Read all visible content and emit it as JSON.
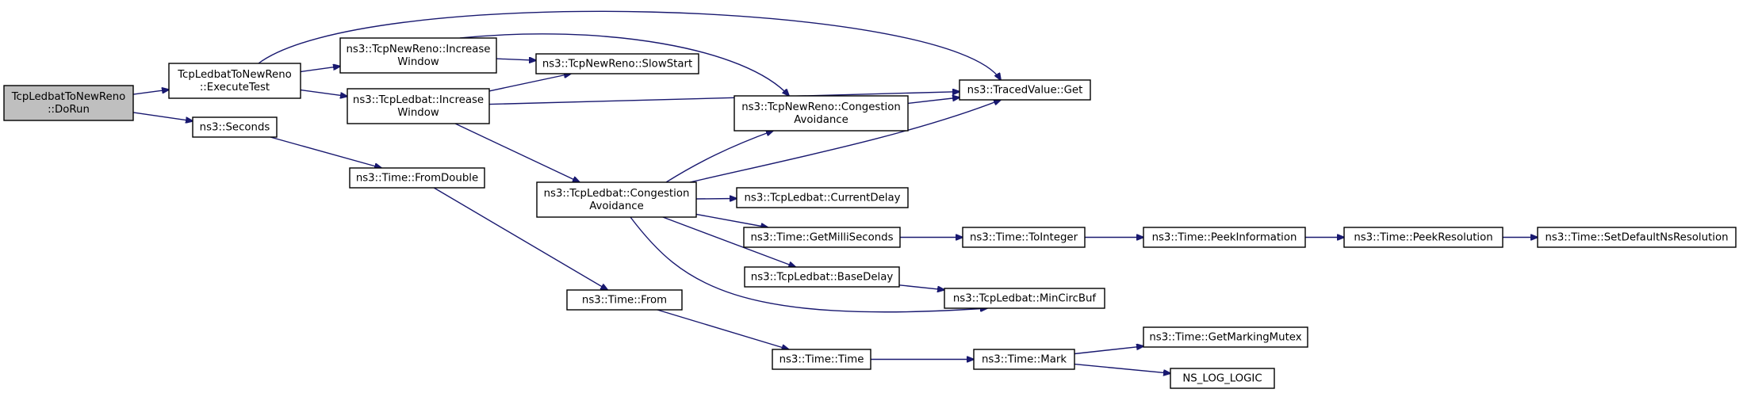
{
  "nodes": [
    {
      "id": "dorun",
      "lines": [
        "TcpLedbatToNewReno",
        "::DoRun"
      ],
      "root": true
    },
    {
      "id": "executetest",
      "lines": [
        "TcpLedbatToNewReno",
        "::ExecuteTest"
      ]
    },
    {
      "id": "seconds",
      "lines": [
        "ns3::Seconds"
      ]
    },
    {
      "id": "newreno_increase",
      "lines": [
        "ns3::TcpNewReno::Increase",
        "Window"
      ]
    },
    {
      "id": "ledbat_increase",
      "lines": [
        "ns3::TcpLedbat::Increase",
        "Window"
      ]
    },
    {
      "id": "fromdouble",
      "lines": [
        "ns3::Time::FromDouble"
      ]
    },
    {
      "id": "slowstart",
      "lines": [
        "ns3::TcpNewReno::SlowStart"
      ]
    },
    {
      "id": "ledbat_congestion",
      "lines": [
        "ns3::TcpLedbat::Congestion",
        "Avoidance"
      ]
    },
    {
      "id": "from",
      "lines": [
        "ns3::Time::From"
      ]
    },
    {
      "id": "newreno_congestion",
      "lines": [
        "ns3::TcpNewReno::Congestion",
        "Avoidance"
      ]
    },
    {
      "id": "currentdelay",
      "lines": [
        "ns3::TcpLedbat::CurrentDelay"
      ]
    },
    {
      "id": "getmilliseconds",
      "lines": [
        "ns3::Time::GetMilliSeconds"
      ]
    },
    {
      "id": "basedelay",
      "lines": [
        "ns3::TcpLedbat::BaseDelay"
      ]
    },
    {
      "id": "time",
      "lines": [
        "ns3::Time::Time"
      ]
    },
    {
      "id": "tracedvalue_get",
      "lines": [
        "ns3::TracedValue::Get"
      ]
    },
    {
      "id": "tointeger",
      "lines": [
        "ns3::Time::ToInteger"
      ]
    },
    {
      "id": "mincircbuf",
      "lines": [
        "ns3::TcpLedbat::MinCircBuf"
      ]
    },
    {
      "id": "mark",
      "lines": [
        "ns3::Time::Mark"
      ]
    },
    {
      "id": "peekinformation",
      "lines": [
        "ns3::Time::PeekInformation"
      ]
    },
    {
      "id": "getmarkingmutex",
      "lines": [
        "ns3::Time::GetMarkingMutex"
      ]
    },
    {
      "id": "ns_log_logic",
      "lines": [
        "NS_LOG_LOGIC"
      ]
    },
    {
      "id": "peekresolution",
      "lines": [
        "ns3::Time::PeekResolution"
      ]
    },
    {
      "id": "setdefaultnsresolution",
      "lines": [
        "ns3::Time::SetDefaultNsResolution"
      ]
    }
  ],
  "edges": [
    {
      "from": "dorun",
      "to": "executetest"
    },
    {
      "from": "dorun",
      "to": "seconds"
    },
    {
      "from": "executetest",
      "to": "newreno_increase"
    },
    {
      "from": "executetest",
      "to": "ledbat_increase"
    },
    {
      "from": "executetest",
      "to": "tracedvalue_get"
    },
    {
      "from": "newreno_increase",
      "to": "slowstart"
    },
    {
      "from": "newreno_increase",
      "to": "newreno_congestion"
    },
    {
      "from": "ledbat_increase",
      "to": "slowstart"
    },
    {
      "from": "ledbat_increase",
      "to": "tracedvalue_get"
    },
    {
      "from": "ledbat_increase",
      "to": "ledbat_congestion"
    },
    {
      "from": "seconds",
      "to": "fromdouble"
    },
    {
      "from": "fromdouble",
      "to": "from"
    },
    {
      "from": "from",
      "to": "time"
    },
    {
      "from": "time",
      "to": "mark"
    },
    {
      "from": "mark",
      "to": "getmarkingmutex"
    },
    {
      "from": "mark",
      "to": "ns_log_logic"
    },
    {
      "from": "ledbat_congestion",
      "to": "newreno_congestion"
    },
    {
      "from": "ledbat_congestion",
      "to": "tracedvalue_get"
    },
    {
      "from": "ledbat_congestion",
      "to": "currentdelay"
    },
    {
      "from": "ledbat_congestion",
      "to": "getmilliseconds"
    },
    {
      "from": "ledbat_congestion",
      "to": "basedelay"
    },
    {
      "from": "ledbat_congestion",
      "to": "mincircbuf"
    },
    {
      "from": "newreno_congestion",
      "to": "tracedvalue_get"
    },
    {
      "from": "getmilliseconds",
      "to": "tointeger"
    },
    {
      "from": "basedelay",
      "to": "mincircbuf"
    },
    {
      "from": "tointeger",
      "to": "peekinformation"
    },
    {
      "from": "peekinformation",
      "to": "peekresolution"
    },
    {
      "from": "peekresolution",
      "to": "setdefaultnsresolution"
    }
  ],
  "colors": {
    "edge": "#191970",
    "node_border": "#000000",
    "node_fill": "#ffffff",
    "root_fill": "#bfbfbf"
  }
}
